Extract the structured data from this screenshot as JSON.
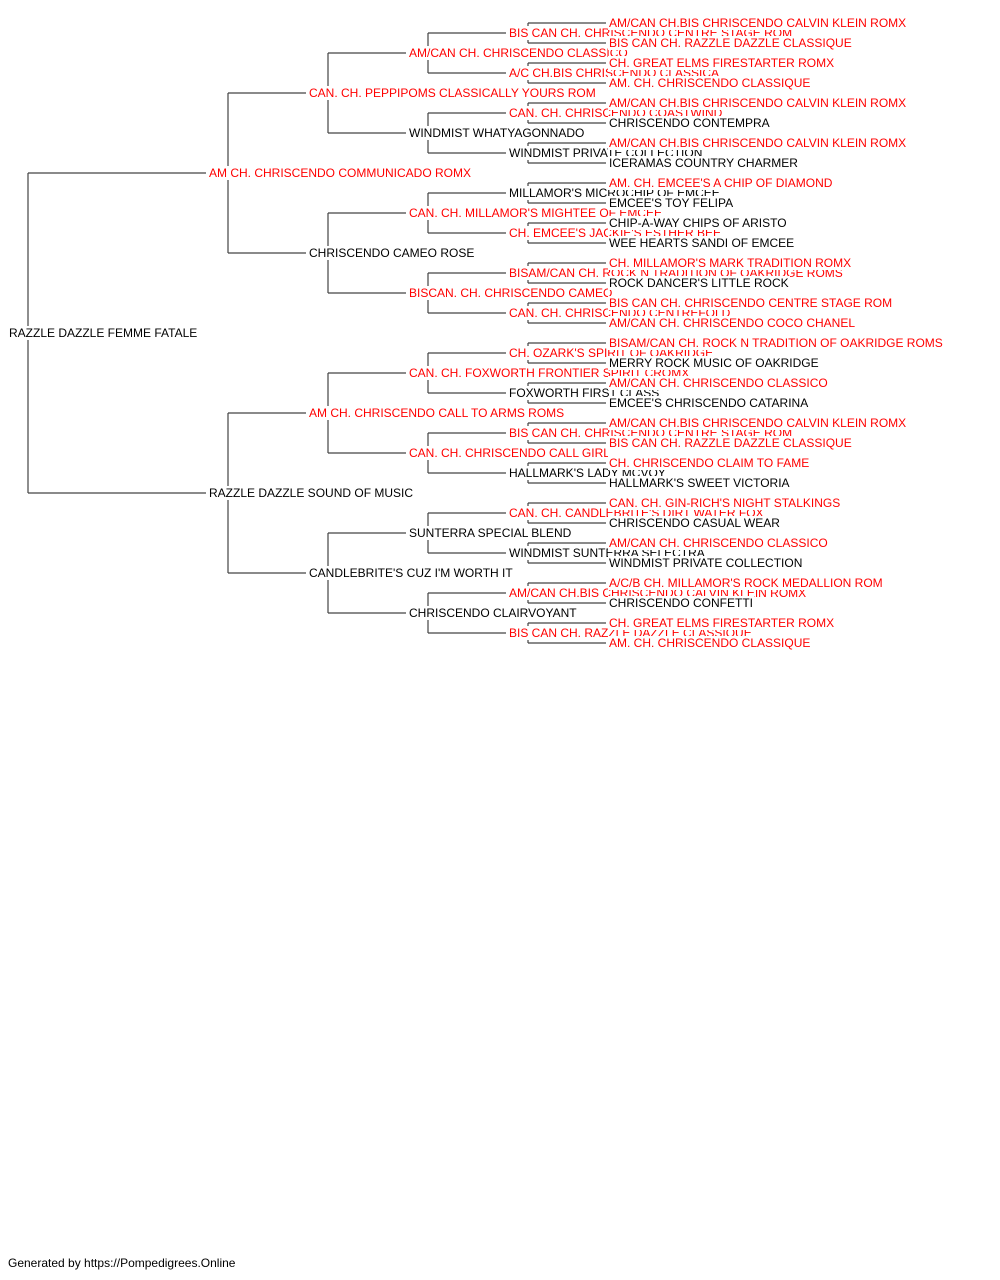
{
  "colors": {
    "champion": "#ff0000",
    "plain": "#000000",
    "line": "#444444"
  },
  "pedigree": {
    "name": "RAZZLE DAZZLE FEMME FATALE",
    "champion": false,
    "sire": {
      "name": "AM CH. CHRISCENDO COMMUNICADO ROMX",
      "champion": true,
      "sire": {
        "name": "CAN. CH. PEPPIPOMS CLASSICALLY YOURS ROM",
        "champion": true,
        "sire": {
          "name": "AM/CAN CH. CHRISCENDO CLASSICO",
          "champion": true,
          "sire": {
            "name": "BIS CAN CH. CHRISCENDO CENTRE STAGE ROM",
            "champion": true,
            "sire": {
              "name": "AM/CAN CH.BIS CHRISCENDO CALVIN KLEIN ROMX",
              "champion": true
            },
            "dam": {
              "name": "BIS CAN CH. RAZZLE DAZZLE CLASSIQUE",
              "champion": true
            }
          },
          "dam": {
            "name": "A/C CH.BIS CHRISCENDO CLASSICA",
            "champion": true,
            "sire": {
              "name": "CH. GREAT ELMS FIRESTARTER ROMX",
              "champion": true
            },
            "dam": {
              "name": "AM. CH. CHRISCENDO CLASSIQUE",
              "champion": true
            }
          }
        },
        "dam": {
          "name": "WINDMIST WHATYAGONNADO",
          "champion": false,
          "sire": {
            "name": "CAN. CH. CHRISCENDO COASTWIND",
            "champion": true,
            "sire": {
              "name": "AM/CAN CH.BIS CHRISCENDO CALVIN KLEIN ROMX",
              "champion": true
            },
            "dam": {
              "name": "CHRISCENDO CONTEMPRA",
              "champion": false
            }
          },
          "dam": {
            "name": "WINDMIST PRIVATE COLLECTION",
            "champion": false,
            "sire": {
              "name": "AM/CAN CH.BIS CHRISCENDO CALVIN KLEIN ROMX",
              "champion": true
            },
            "dam": {
              "name": "ICERAMAS COUNTRY CHARMER",
              "champion": false
            }
          }
        }
      },
      "dam": {
        "name": "CHRISCENDO CAMEO ROSE",
        "champion": false,
        "sire": {
          "name": "CAN. CH. MILLAMOR'S MIGHTEE OF EMCEE",
          "champion": true,
          "sire": {
            "name": "MILLAMOR'S MICROCHIP OF EMCEE",
            "champion": false,
            "sire": {
              "name": "AM. CH. EMCEE'S A CHIP OF DIAMOND",
              "champion": true
            },
            "dam": {
              "name": "EMCEE'S TOY FELIPA",
              "champion": false
            }
          },
          "dam": {
            "name": "CH. EMCEE'S JACKIE'S ESTHER BEE",
            "champion": true,
            "sire": {
              "name": "CHIP-A-WAY CHIPS OF ARISTO",
              "champion": false
            },
            "dam": {
              "name": "WEE HEARTS SANDI OF EMCEE",
              "champion": false
            }
          }
        },
        "dam": {
          "name": "BISCAN. CH. CHRISCENDO CAMEO",
          "champion": true,
          "sire": {
            "name": "BISAM/CAN CH. ROCK N TRADITION OF OAKRIDGE ROMS",
            "champion": true,
            "sire": {
              "name": "CH. MILLAMOR'S MARK TRADITION ROMX",
              "champion": true
            },
            "dam": {
              "name": "ROCK DANCER'S LITTLE ROCK",
              "champion": false
            }
          },
          "dam": {
            "name": "CAN. CH. CHRISCENDO CENTREFOLD",
            "champion": true,
            "sire": {
              "name": "BIS CAN CH. CHRISCENDO CENTRE STAGE ROM",
              "champion": true
            },
            "dam": {
              "name": "AM/CAN CH. CHRISCENDO COCO CHANEL",
              "champion": true
            }
          }
        }
      }
    },
    "dam": {
      "name": "RAZZLE DAZZLE SOUND OF MUSIC",
      "champion": false,
      "sire": {
        "name": "AM CH. CHRISCENDO CALL TO ARMS ROMS",
        "champion": true,
        "sire": {
          "name": "CAN. CH. FOXWORTH FRONTIER SPIRIT CROMX",
          "champion": true,
          "sire": {
            "name": "CH. OZARK'S SPIRIT OF OAKRIDGE",
            "champion": true,
            "sire": {
              "name": "BISAM/CAN CH. ROCK N TRADITION OF OAKRIDGE ROMS",
              "champion": true
            },
            "dam": {
              "name": "MERRY ROCK MUSIC OF OAKRIDGE",
              "champion": false
            }
          },
          "dam": {
            "name": "FOXWORTH FIRST CLASS",
            "champion": false,
            "sire": {
              "name": "AM/CAN CH. CHRISCENDO CLASSICO",
              "champion": true
            },
            "dam": {
              "name": "EMCEE'S CHRISCENDO CATARINA",
              "champion": false
            }
          }
        },
        "dam": {
          "name": "CAN. CH. CHRISCENDO CALL GIRL",
          "champion": true,
          "sire": {
            "name": "BIS CAN CH. CHRISCENDO CENTRE STAGE ROM",
            "champion": true,
            "sire": {
              "name": "AM/CAN CH.BIS CHRISCENDO CALVIN KLEIN ROMX",
              "champion": true
            },
            "dam": {
              "name": "BIS CAN CH. RAZZLE DAZZLE CLASSIQUE",
              "champion": true
            }
          },
          "dam": {
            "name": "HALLMARK'S LADY MCVOY",
            "champion": false,
            "sire": {
              "name": "CH. CHRISCENDO CLAIM TO FAME",
              "champion": true
            },
            "dam": {
              "name": "HALLMARK'S SWEET VICTORIA",
              "champion": false
            }
          }
        }
      },
      "dam": {
        "name": "CANDLEBRITE'S CUZ I'M WORTH IT",
        "champion": false,
        "sire": {
          "name": "SUNTERRA SPECIAL BLEND",
          "champion": false,
          "sire": {
            "name": "CAN. CH. CANDLEBRITE'S DIRT WATER FOX",
            "champion": true,
            "sire": {
              "name": "CAN. CH. GIN-RICH'S NIGHT STALKINGS",
              "champion": true
            },
            "dam": {
              "name": "CHRISCENDO CASUAL WEAR",
              "champion": false
            }
          },
          "dam": {
            "name": "WINDMIST SUNTERRA SELECTRA",
            "champion": false,
            "sire": {
              "name": "AM/CAN CH. CHRISCENDO CLASSICO",
              "champion": true
            },
            "dam": {
              "name": "WINDMIST PRIVATE COLLECTION",
              "champion": false
            }
          }
        },
        "dam": {
          "name": "CHRISCENDO CLAIRVOYANT",
          "champion": false,
          "sire": {
            "name": "AM/CAN CH.BIS CHRISCENDO CALVIN KLEIN ROMX",
            "champion": true,
            "sire": {
              "name": "A/C/B CH. MILLAMOR'S ROCK MEDALLION ROM",
              "champion": true
            },
            "dam": {
              "name": "CHRISCENDO CONFETTI",
              "champion": false
            }
          },
          "dam": {
            "name": "BIS CAN CH. RAZZLE DAZZLE CLASSIQUE",
            "champion": true,
            "sire": {
              "name": "CH. GREAT ELMS FIRESTARTER ROMX",
              "champion": true
            },
            "dam": {
              "name": "AM. CH. CHRISCENDO CLASSIQUE",
              "champion": true
            }
          }
        }
      }
    }
  },
  "footer": {
    "text": "Generated by https://Pompedigrees.Online"
  }
}
